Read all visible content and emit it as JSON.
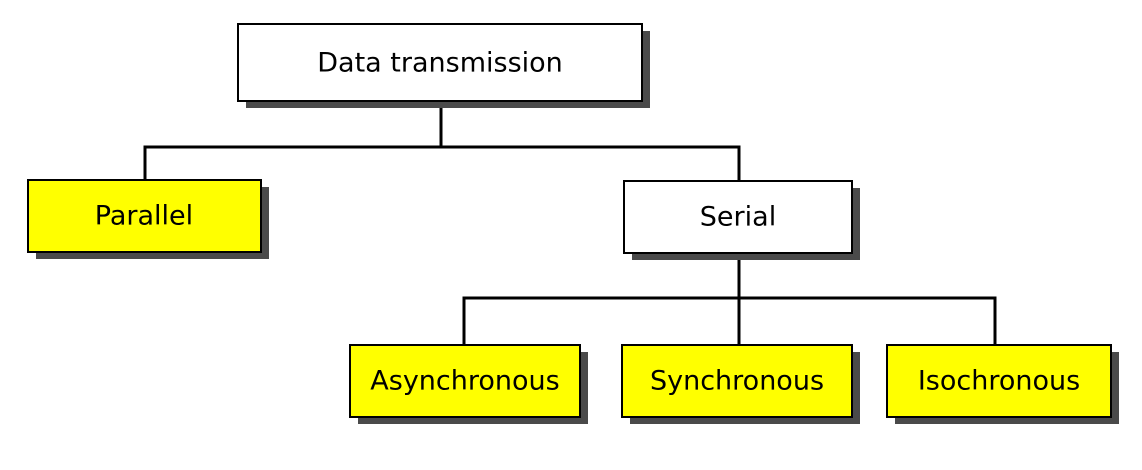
{
  "colors": {
    "leaf_fill": "#ffff00",
    "branch_fill": "#ffffff",
    "line": "#000000",
    "shadow": "#4a4a4a"
  },
  "nodes": {
    "root": {
      "label": "Data transmission",
      "fill": "#ffffff"
    },
    "parallel": {
      "label": "Parallel",
      "fill": "#ffff00"
    },
    "serial": {
      "label": "Serial",
      "fill": "#ffffff"
    },
    "asynchronous": {
      "label": "Asynchronous",
      "fill": "#ffff00"
    },
    "synchronous": {
      "label": "Synchronous",
      "fill": "#ffff00"
    },
    "isochronous": {
      "label": "Isochronous",
      "fill": "#ffff00"
    }
  }
}
